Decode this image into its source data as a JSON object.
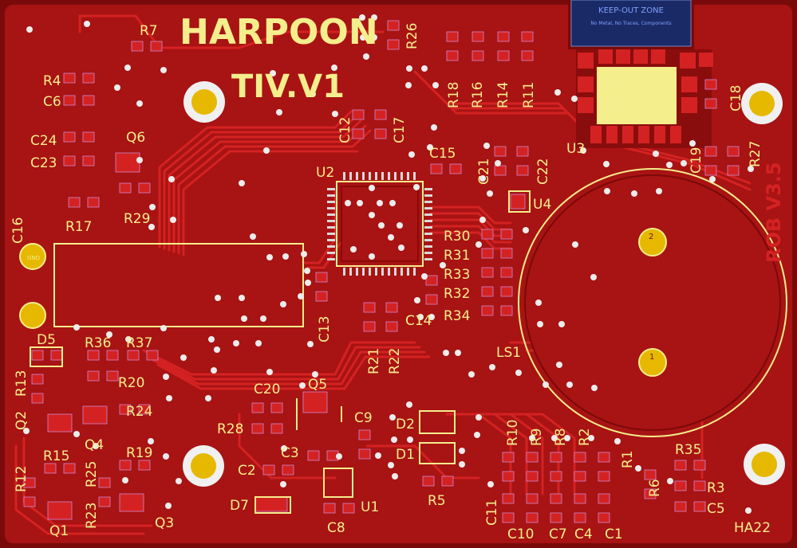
{
  "board": {
    "title": "HARPOON",
    "version": "TIV.V1",
    "revision": "ROB V3.5",
    "keepout_title": "KEEP-OUT ZONE",
    "keepout_note": "No Metal, No Traces, Components",
    "colors": {
      "copper": "#b01414",
      "copper_dark": "#8a0d0d",
      "trace": "#d62020",
      "silk": "#f4ee8c",
      "pad": "#c9c9c9",
      "via": "#e8e8e8",
      "mount": "#e6b800",
      "keepout": "#1a2a66"
    }
  },
  "labels": [
    "R7",
    "R4",
    "C6",
    "C24",
    "Q6",
    "C23",
    "R17",
    "R29",
    "C16",
    "GND",
    "D5",
    "R36",
    "R37",
    "R13",
    "R20",
    "Q2",
    "R24",
    "Q4",
    "R19",
    "R12",
    "R15",
    "R25",
    "R23",
    "Q1",
    "Q3",
    "C20",
    "Q5",
    "R28",
    "C9",
    "C3",
    "C2",
    "D7",
    "U1",
    "C8",
    "D2",
    "D1",
    "R5",
    "C12",
    "C17",
    "U2",
    "C15",
    "C21",
    "C22",
    "U4",
    "R30",
    "R31",
    "R33",
    "R32",
    "R34",
    "C13",
    "R21",
    "R22",
    "C14",
    "LS1",
    "R26",
    "R18",
    "R16",
    "R14",
    "R11",
    "U3",
    "C18",
    "C19",
    "R27",
    "C10",
    "C7",
    "C4",
    "C1",
    "C11",
    "R10",
    "R9",
    "R8",
    "R2",
    "R1",
    "R6",
    "R35",
    "R3",
    "C5",
    "HA22",
    "2",
    "1"
  ]
}
